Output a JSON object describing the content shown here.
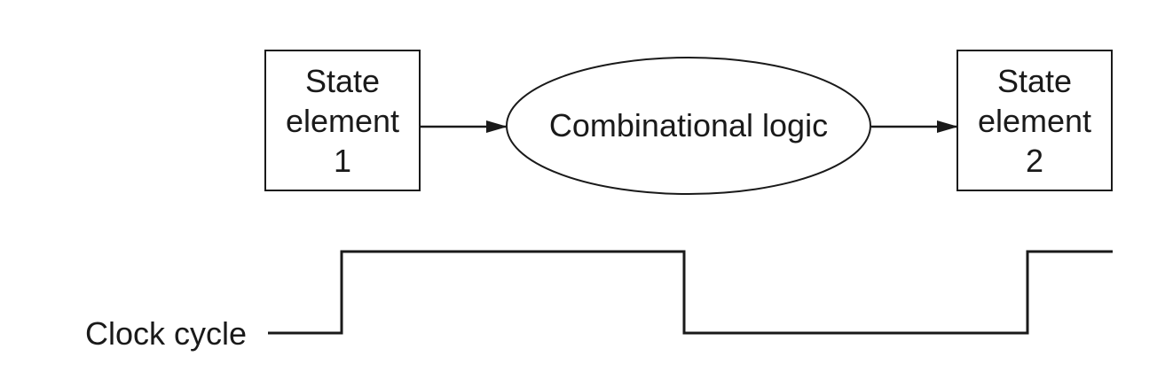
{
  "state_element_1": {
    "lines": [
      "State",
      "element",
      "1"
    ]
  },
  "combinational_logic": {
    "label": "Combinational logic"
  },
  "state_element_2": {
    "lines": [
      "State",
      "element",
      "2"
    ]
  },
  "clock": {
    "label": "Clock cycle"
  },
  "colors": {
    "stroke": "#1a1a1a",
    "background": "#ffffff"
  }
}
